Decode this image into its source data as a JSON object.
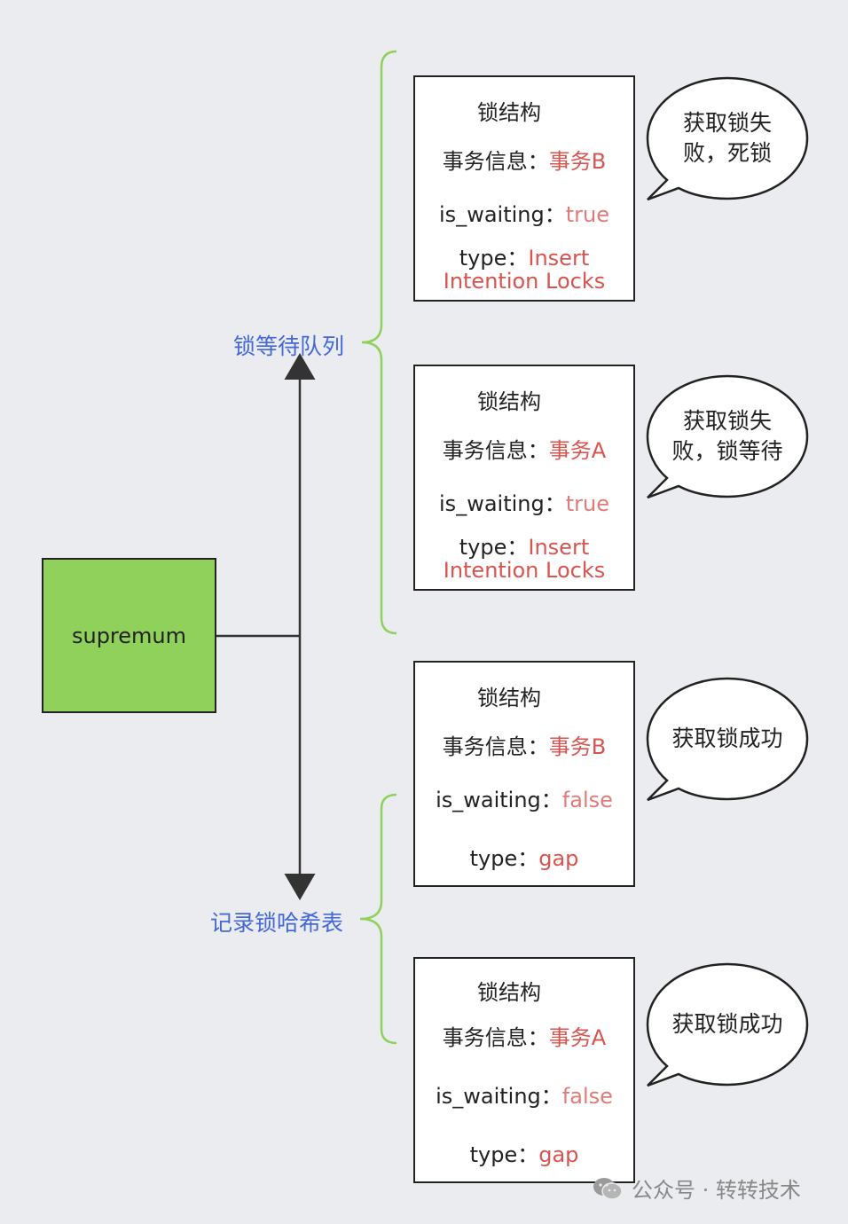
{
  "supremum_label": "supremum",
  "wait_queue_label": "锁等待队列",
  "hash_table_label": "记录锁哈希表",
  "lock_structs": [
    {
      "title": "锁结构",
      "txn_key": "事务信息：",
      "txn_val": "事务B",
      "waiting_key": "is_waiting：",
      "waiting_val": "true",
      "type_key": "type：",
      "type_val": "Insert",
      "type_val2": "Intention Locks",
      "bubble": [
        "获取锁失",
        "败，死锁"
      ]
    },
    {
      "title": "锁结构",
      "txn_key": "事务信息：",
      "txn_val": "事务A",
      "waiting_key": "is_waiting：",
      "waiting_val": "true",
      "type_key": "type：",
      "type_val": "Insert",
      "type_val2": "Intention Locks",
      "bubble": [
        "获取锁失",
        "败，锁等待"
      ]
    },
    {
      "title": "锁结构",
      "txn_key": "事务信息：",
      "txn_val": "事务B",
      "waiting_key": "is_waiting：",
      "waiting_val": "false",
      "type_key": "type：",
      "type_val": "gap",
      "bubble": [
        "获取锁成功"
      ]
    },
    {
      "title": "锁结构",
      "txn_key": "事务信息：",
      "txn_val": "事务A",
      "waiting_key": "is_waiting：",
      "waiting_val": "false",
      "type_key": "type：",
      "type_val": "gap",
      "bubble": [
        "获取锁成功"
      ]
    }
  ],
  "footer": {
    "text": "公众号 · 转转技术",
    "icon": "wechat-icon"
  },
  "colors": {
    "supremum_fill": "#8fd15a",
    "label_blue": "#4468d8",
    "value_red": "#d9534f",
    "brace_green": "#8fd15a"
  }
}
